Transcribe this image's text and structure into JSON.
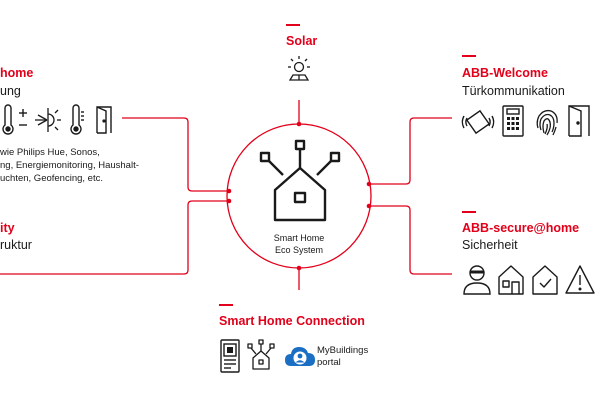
{
  "center": {
    "line1": "Smart Home",
    "line2": "Eco System"
  },
  "solar": {
    "title": "Solar"
  },
  "left_top": {
    "title": "home",
    "subtitle": "ung",
    "desc_lines": [
      "wie Philips Hue, Sonos,",
      "ng, Energiemonitoring, Haushalt-",
      "uchten, Geofencing, etc."
    ]
  },
  "left_bottom": {
    "title": "ity",
    "subtitle": "ruktur"
  },
  "right_top": {
    "title": "ABB-Welcome",
    "subtitle": "Türkommunikation"
  },
  "right_bottom": {
    "title": "ABB-secure@home",
    "subtitle": "Sicherheit"
  },
  "bottom": {
    "title": "Smart Home Connection",
    "portal_line1": "MyBuildings",
    "portal_line2": "portal"
  },
  "colors": {
    "accent": "#e2001a",
    "text": "#1a1a1a",
    "portal_blue": "#1a6fc4"
  },
  "icons": {
    "solar": "sun-panel-icon",
    "left_top": [
      "thermometer-icon",
      "plus-minus-icon",
      "sun-snow-icon",
      "thermometer-icon",
      "door-icon"
    ],
    "right_top": [
      "nfc-card-icon",
      "keypad-icon",
      "fingerprint-icon",
      "door-icon"
    ],
    "right_bottom": [
      "burglar-icon",
      "house-icon",
      "house-check-icon",
      "warning-icon"
    ],
    "bottom": [
      "tablet-panel-icon",
      "network-house-icon",
      "cloud-portal-icon"
    ]
  }
}
